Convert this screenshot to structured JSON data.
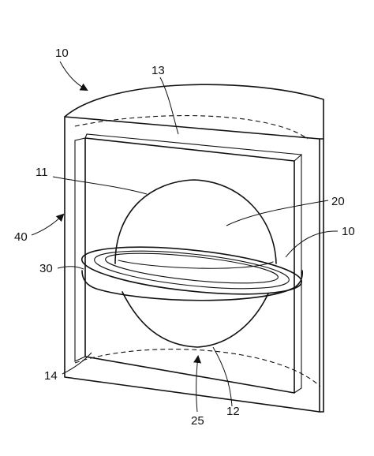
{
  "figure": {
    "labels": {
      "device": "10",
      "cover": "13",
      "upper_chamber": "11",
      "sphere": "20",
      "ring_right": "10",
      "housing": "40",
      "ring": "30",
      "base": "14",
      "lower_point": "25",
      "lower_chamber": "12"
    }
  }
}
